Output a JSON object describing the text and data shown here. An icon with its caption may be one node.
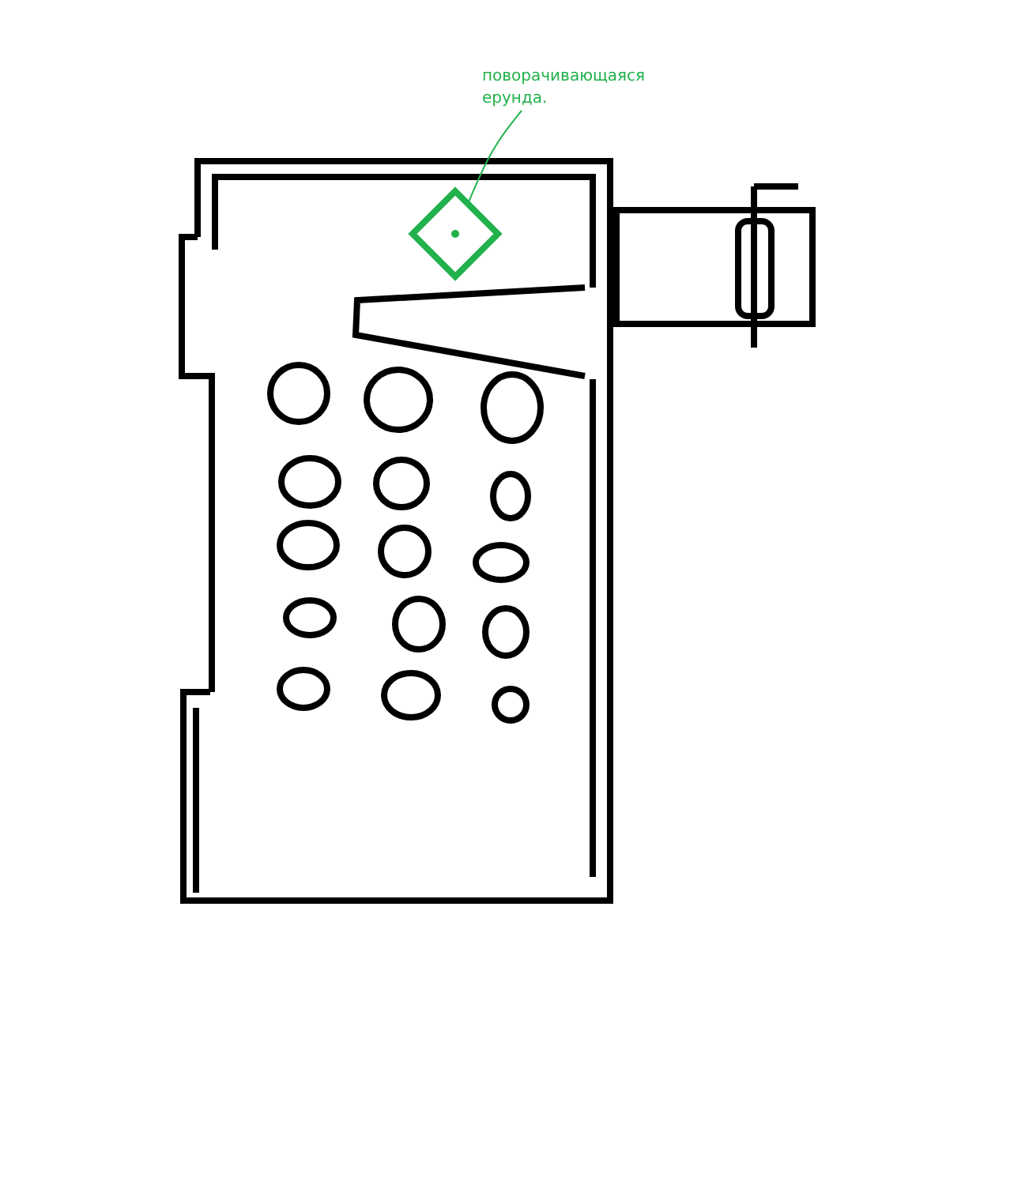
{
  "diagram": {
    "nodes": [
      {
        "text": [
          "поворачивающаяся ерунда."
        ]
      },
      {
        "text": [],
        "shape": "diamond"
      }
    ],
    "edges": [
      {
        "from": 0,
        "to": 1,
        "arrow": "none"
      }
    ]
  }
}
